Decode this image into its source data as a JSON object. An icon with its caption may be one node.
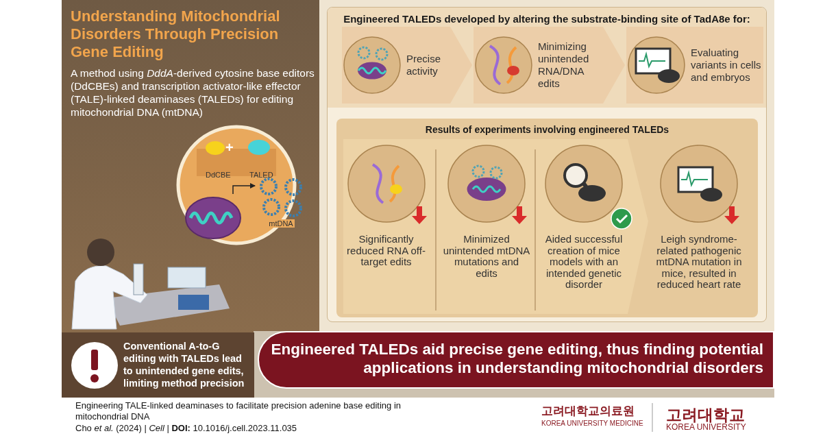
{
  "diagram": {
    "title": "Understanding Mitochondrial Disorders Through Precision Gene Editing",
    "nodes": [
      {
        "text": [
          "Engineered TALEDs developed by altering the substrate-binding site of TadA8e for:"
        ]
      },
      {
        "text": [
          "Precise activity"
        ],
        "in": 0
      },
      {
        "text": [
          "Minimizing unintended RNA/DNA edits"
        ],
        "in": 0
      },
      {
        "text": [
          "Evaluating variants in cells and embryos"
        ],
        "in": 0
      },
      {
        "text": [
          "Results of experiments involving engineered TALEDs"
        ],
        "in": 0
      },
      {
        "text": [
          "Significantly reduced RNA off-target edits"
        ],
        "in": 4
      },
      {
        "text": [
          "Minimized unintended mtDNA mutations and edits"
        ],
        "in": 4
      },
      {
        "text": [
          "Aided successful creation of mice models with an intended genetic disorder"
        ],
        "in": 4
      },
      {
        "text": [
          "Leigh syndrome-related pathogenic mtDNA mutation in mice, resulted in reduced heart rate"
        ],
        "in": 4
      },
      {
        "text": [
          "Conventional A-to-G editing with TALEDs lead to unintended gene edits, limiting method precision"
        ]
      },
      {
        "text": [
          "Engineered TALEDs aid precise gene editing, thus finding potential applications in understanding mitochondrial disorders"
        ]
      },
      {
        "text": [],
        "shape": "picture"
      },
      {
        "text": [
          "mtDNA"
        ]
      }
    ],
    "edges": [
      {
        "from": 11,
        "to": 12,
        "arrow": "to"
      }
    ],
    "labels": [
      "A method using *DddA*-derived cytosine base editors (DdCBEs) and transcription activator-like effector (TALE)-linked deaminases (TALEDs) for editing mitochondrial DNA (mtDNA)",
      "+",
      "DdCBE",
      "TALED",
      "Engineering TALE-linked deaminases to facilitate precision adenine base editing in mitochondrial DNA",
      "Cho *et al.* (2024) | *Cell* | **DOI:** 10.1016/j.cell.2023.11.035",
      "고려대학교의료원",
      "KOREA UNIVERSITY MEDICINE",
      "고려대학교",
      "KOREA UNIVERSITY"
    ]
  }
}
